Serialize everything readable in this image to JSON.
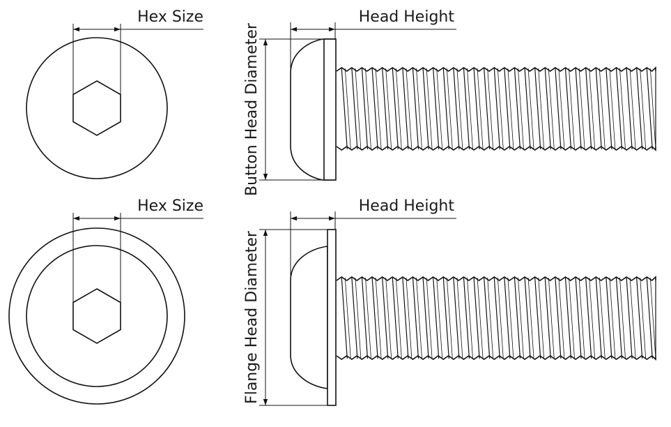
{
  "labels": {
    "hex_size_top": "Hex Size",
    "head_height_top": "Head Height",
    "button_head_diameter": "Button Head Diameter",
    "hex_size_bottom": "Hex Size",
    "head_height_bottom": "Head Height",
    "flange_head_diameter": "Flange Head Diameter"
  },
  "colors": {
    "line": "#111111",
    "background": "#ffffff"
  }
}
